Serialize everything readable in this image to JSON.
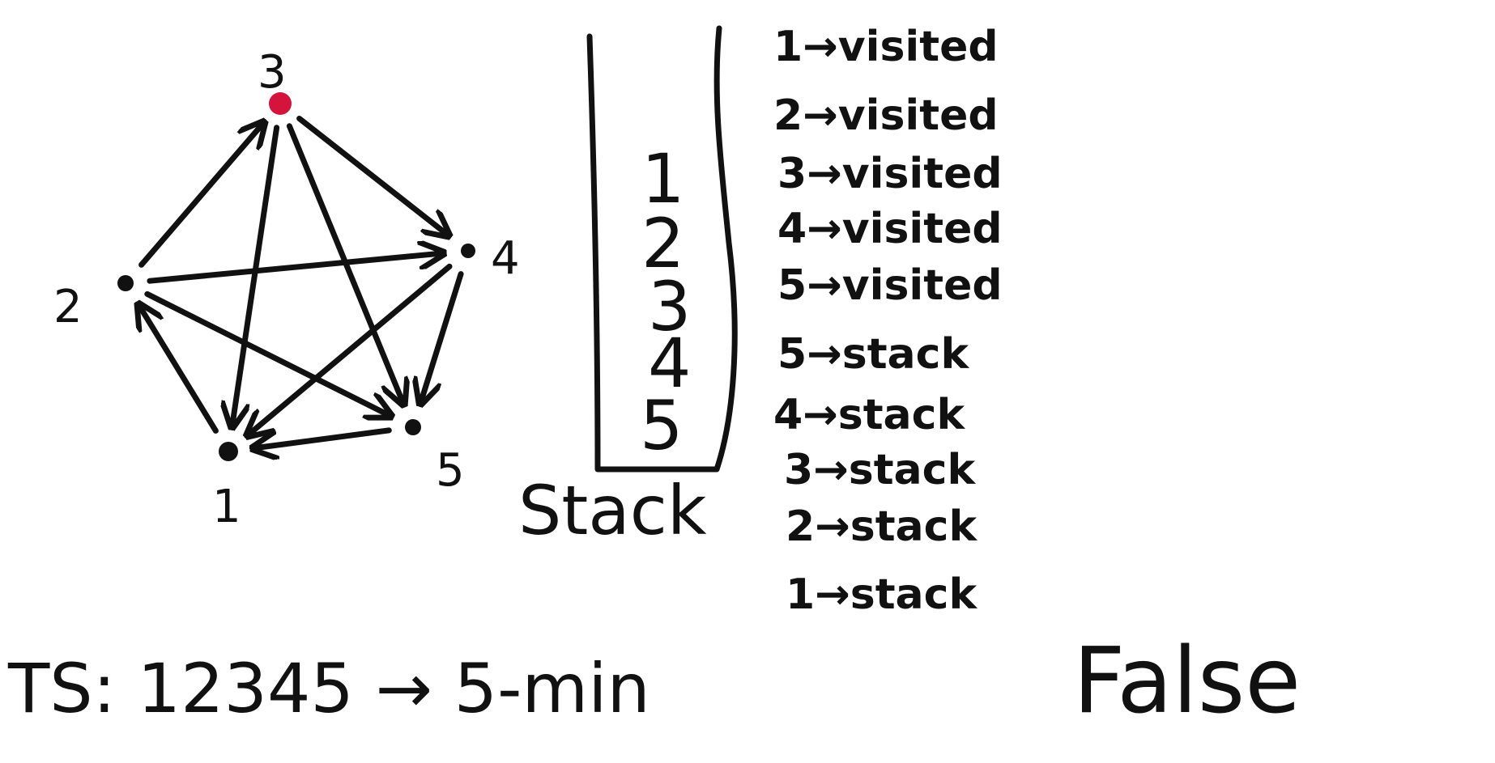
{
  "graph": {
    "nodes": [
      {
        "id": "1",
        "label": "1"
      },
      {
        "id": "2",
        "label": "2"
      },
      {
        "id": "3",
        "label": "3"
      },
      {
        "id": "4",
        "label": "4"
      },
      {
        "id": "5",
        "label": "5"
      }
    ],
    "edges": [
      [
        "2",
        "3"
      ],
      [
        "3",
        "4"
      ],
      [
        "3",
        "5"
      ],
      [
        "3",
        "1"
      ],
      [
        "2",
        "4"
      ],
      [
        "2",
        "5"
      ],
      [
        "4",
        "1"
      ],
      [
        "4",
        "5"
      ],
      [
        "5",
        "1"
      ],
      [
        "1",
        "2"
      ]
    ],
    "highlighted_node": "3",
    "highlight_color": "#d4143c"
  },
  "stack": {
    "label": "Stack",
    "items": [
      "1",
      "2",
      "3",
      "4",
      "5"
    ]
  },
  "log": [
    "1→visited",
    "2→visited",
    "3→visited",
    "4→visited",
    "5→visited",
    "5→stack",
    "4→stack",
    "3→stack",
    "2→stack",
    "1→stack"
  ],
  "result": {
    "ts_text": "TS: 12345 → 5-min",
    "verdict": "False"
  }
}
